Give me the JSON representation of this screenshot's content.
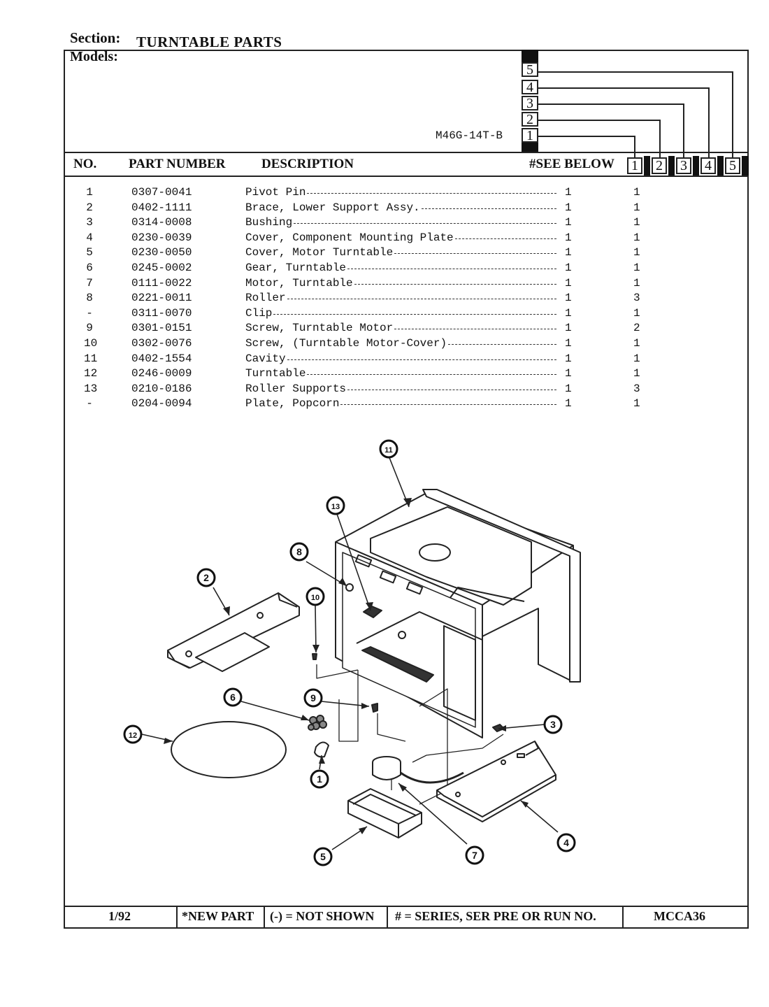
{
  "section": {
    "label": "Section:",
    "title": "TURNTABLE PARTS"
  },
  "models": {
    "label": "Models:",
    "model_name": "M46G-14T-B",
    "boxes": [
      "5",
      "4",
      "3",
      "2",
      "1"
    ]
  },
  "header": {
    "no": "NO.",
    "part_number": "PART NUMBER",
    "description": "DESCRIPTION",
    "see_below": "#SEE BELOW",
    "columns": [
      "1",
      "2",
      "3",
      "4",
      "5"
    ]
  },
  "parts": [
    {
      "no": "1",
      "part": "0307-0041",
      "desc": "Pivot Pin",
      "see": "1",
      "q1": "1"
    },
    {
      "no": "2",
      "part": "0402-1111",
      "desc": "Brace, Lower Support Assy.",
      "see": "1",
      "q1": "1"
    },
    {
      "no": "3",
      "part": "0314-0008",
      "desc": "Bushing",
      "see": "1",
      "q1": "1"
    },
    {
      "no": "4",
      "part": "0230-0039",
      "desc": "Cover, Component Mounting Plate",
      "see": "1",
      "q1": "1"
    },
    {
      "no": "5",
      "part": "0230-0050",
      "desc": "Cover, Motor Turntable",
      "see": "1",
      "q1": "1"
    },
    {
      "no": "6",
      "part": "0245-0002",
      "desc": "Gear, Turntable",
      "see": "1",
      "q1": "1"
    },
    {
      "no": "7",
      "part": "0111-0022",
      "desc": "Motor, Turntable",
      "see": "1",
      "q1": "1"
    },
    {
      "no": "8",
      "part": "0221-0011",
      "desc": "Roller",
      "see": "1",
      "q1": "3"
    },
    {
      "no": "-",
      "part": "0311-0070",
      "desc": "Clip",
      "see": "1",
      "q1": "1"
    },
    {
      "no": "9",
      "part": "0301-0151",
      "desc": "Screw, Turntable Motor",
      "see": "1",
      "q1": "2"
    },
    {
      "no": "10",
      "part": "0302-0076",
      "desc": "Screw, (Turntable Motor-Cover)",
      "see": "1",
      "q1": "1"
    },
    {
      "no": "11",
      "part": "0402-1554",
      "desc": "Cavity",
      "see": "1",
      "q1": "1"
    },
    {
      "no": "12",
      "part": "0246-0009",
      "desc": "Turntable",
      "see": "1",
      "q1": "1"
    },
    {
      "no": "13",
      "part": "0210-0186",
      "desc": "Roller Supports",
      "see": "1",
      "q1": "3"
    },
    {
      "no": "-",
      "part": "0204-0094",
      "desc": "Plate, Popcorn",
      "see": "1",
      "q1": "1"
    }
  ],
  "callouts": [
    "11",
    "13",
    "8",
    "2",
    "10",
    "6",
    "9",
    "3",
    "12",
    "1",
    "4",
    "5",
    "7"
  ],
  "footer": {
    "date": "1/92",
    "new_part": "*NEW PART",
    "not_shown": "(-) = NOT SHOWN",
    "series": "# = SERIES, SER PRE OR RUN NO.",
    "code": "MCCA36"
  }
}
